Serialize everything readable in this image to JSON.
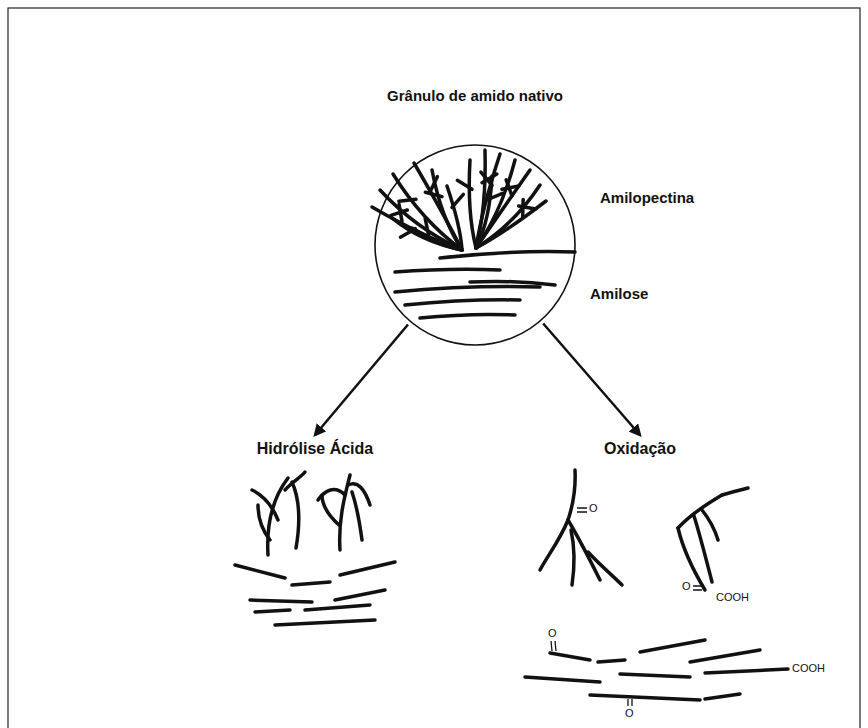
{
  "diagram": {
    "nodes": [
      {
        "text": [
          "Grânulo de amido nativo"
        ]
      },
      {
        "text": [
          "Hidrólise Ácida"
        ]
      },
      {
        "text": [
          "Oxidação"
        ]
      }
    ],
    "edges": [
      {
        "from": 0,
        "to": 1,
        "arrow": "to"
      },
      {
        "from": 0,
        "to": 2,
        "arrow": "to"
      }
    ],
    "labels": [
      "Amilopectina",
      "Amilose",
      "O",
      "O",
      "COOH",
      "O",
      "COOH",
      "O"
    ]
  }
}
